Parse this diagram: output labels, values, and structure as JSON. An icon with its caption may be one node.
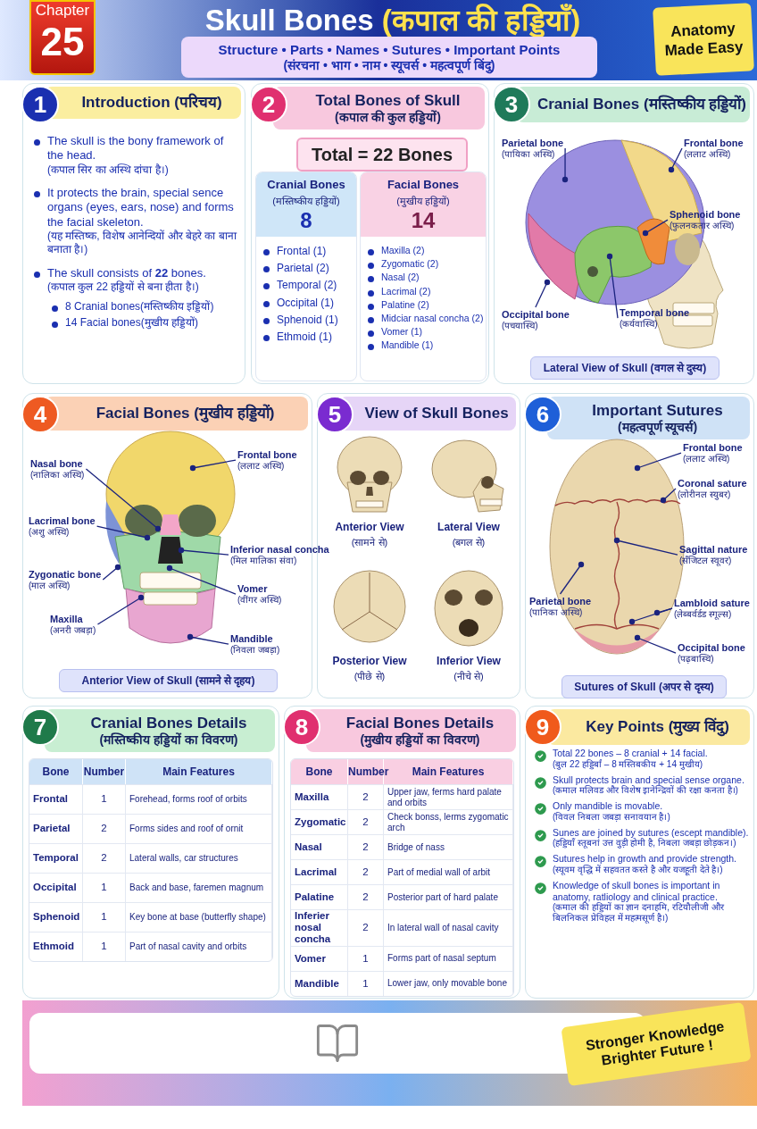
{
  "diagram": {
    "title": "Skull Bones *(कपाल की हड्डियाँ)*",
    "nodes": [
      {
        "text": [
          "Chapter",
          "25"
        ]
      },
      {
        "text": [
          "Structure • Parts • Names • Sutures • Important Points",
          "(संरचना • भाग • नाम • स्यूचर्स • महत्वपूर्ण बिंदु)"
        ]
      },
      {
        "text": [
          "Anatomy Made Easy"
        ]
      },
      {
        "text": [
          "1",
          "Introduction (परिचय)",
          "The skull is the bony framework of the head.",
          "(कपाल सिर का अस्थि दांचा है।)",
          "It protects the brain, special sence organs (eyes, ears, nose) and forms the facial skeleton.",
          "(यह मस्तिष्क, विशेष आनेन्दियों और बेहरे का बाना बनाता है।)",
          "The skull consists of **22** bones.",
          "(कपाल कुल 22 हड्डियों से बना हीता है।)",
          "8 Cranial bones(मस्तिष्कीय इड्डियों)",
          "14 Facial bones(मुखीय हड्डियों)"
        ]
      },
      {
        "text": [
          "2",
          "Total Bones of Skull",
          "(कपाल की कुल हड्डियों)"
        ]
      },
      {
        "text": [
          "Total = **22** Bones"
        ],
        "in": 4
      },
      {
        "text": [
          "Cranial Bones",
          "(मस्तिष्कीय हड्डियों)",
          "8",
          "Frontal (1)",
          "Parietal (2)",
          "Temporal (2)",
          "Occipital (1)",
          "Sphenoid (1)",
          "Ethmoid (1)"
        ],
        "in": 4
      },
      {
        "text": [
          "Facial Bones",
          "(मुखीय हड्डियों)",
          "14",
          "Maxilla (2)",
          "Zygomatic (2)",
          "Nasal (2)",
          "Lacrimal (2)",
          "Palatine (2)",
          "Midciar nasal concha (2)",
          "Vomer (1)",
          "Mandible (1)"
        ],
        "in": 4
      },
      {
        "text": [
          "3",
          "Cranial Bones (मस्तिष्कीय हड्डियों)"
        ]
      },
      {
        "text": [
          "Parietal bone",
          "(पायिका अस्थि)"
        ],
        "in": 8
      },
      {
        "text": [
          "Frontal bone",
          "(ललाट अस्थि)"
        ],
        "in": 8
      },
      {
        "text": [
          "Sphenoid bone",
          "(फुलनकतार अस्थि)"
        ],
        "in": 8
      },
      {
        "text": [
          "Occipital bone",
          "(पचयास्थि)"
        ],
        "in": 8
      },
      {
        "text": [
          "Temporal bone",
          "(कर्यवास्थि)"
        ],
        "in": 8
      },
      {
        "text": [
          "Lateral View of Skull (वगल से दुस्य)"
        ],
        "in": 8
      },
      {
        "text": [
          "4",
          "Facial Bones (मुखीय हड्डियों)"
        ]
      },
      {
        "text": [
          "Nasal bone",
          "(नालिका अस्थि)"
        ],
        "in": 15
      },
      {
        "text": [
          "Frontal bone",
          "(ललाट अस्थि)"
        ],
        "in": 15
      },
      {
        "text": [
          "Lacrimal bone",
          "(अशु अस्थि)"
        ],
        "in": 15
      },
      {
        "text": [
          "Inferior nasal concha",
          "(मिल मालिका संवा)"
        ],
        "in": 15
      },
      {
        "text": [
          "Zygonatic bone",
          "(माल अस्थि)"
        ],
        "in": 15
      },
      {
        "text": [
          "Vomer",
          "(वींगर अस्थि)"
        ],
        "in": 15
      },
      {
        "text": [
          "Maxilla",
          "(अनरी जबड़ा)"
        ],
        "in": 15
      },
      {
        "text": [
          "Mandible",
          "(निवला जबड़ा)"
        ],
        "in": 15
      },
      {
        "text": [
          "Anterior View of Skull (सामने से दृहय)"
        ],
        "in": 15
      },
      {
        "text": [
          "5",
          "View of Skull Bones"
        ]
      },
      {
        "text": [
          "Anterior View",
          "(सामने से)"
        ],
        "in": 25
      },
      {
        "text": [
          "Lateral View",
          "(बगल से)"
        ],
        "in": 25
      },
      {
        "text": [
          "Posterior View",
          "(पीछे से)"
        ],
        "in": 25
      },
      {
        "text": [
          "Inferior View",
          "(नीचे से)"
        ],
        "in": 25
      },
      {
        "text": [
          "6",
          "Important Sutures",
          "(महत्वपूर्ण स्यूचर्स)"
        ]
      },
      {
        "text": [
          "Frontal bone",
          "(ललाट अस्थि)"
        ],
        "in": 30
      },
      {
        "text": [
          "Coronal sature",
          "(लोरीनल स्युबर)"
        ],
        "in": 30
      },
      {
        "text": [
          "Sagittal nature",
          "(सँजिटल स्वूवर)"
        ],
        "in": 30
      },
      {
        "text": [
          "Lambloid sature",
          "(लेब्बर्वर्डड स्गूल्स)"
        ],
        "in": 30
      },
      {
        "text": [
          "Parietal bone",
          "(पानिका अस्थि)"
        ],
        "in": 30
      },
      {
        "text": [
          "Occipital bone",
          "(पढ़बास्थि)"
        ],
        "in": 30
      },
      {
        "text": [
          "Sutures of Skull (अपर से दृस्य)"
        ],
        "in": 30
      },
      {
        "text": [
          "7",
          "Cranial Bones Details",
          "(मस्तिष्कीय हड्डियों का विवरण)",
          "Bone",
          "Number",
          "Main Features",
          "Frontal",
          "1",
          "Forehead, forms roof of orbits",
          "Parietal",
          "2",
          "Forms sides and roof of ornit",
          "Temporal",
          "2",
          "Lateral walls, car structures",
          "Occipital",
          "1",
          "Back and base, faremen magnum",
          "Sphenoid",
          "1",
          "Key bone at base (butterfly shape)",
          "Ethmoid",
          "1",
          "Part of nasal cavity and orbits"
        ]
      },
      {
        "text": [
          "8",
          "Facial Bones Details",
          "(मुखीय हड्डियों का विवरण)",
          "Bone",
          "Number",
          "Main Features",
          "Maxilla",
          "2",
          "Upper jaw, ferms hard palate and orbits",
          "Zygomatic",
          "2",
          "Check bonss, lerms zygomatic arch",
          "Nasal",
          "2",
          "Bridge of nass",
          "Lacrimal",
          "2",
          "Part of medial wall of arbit",
          "Palatine",
          "2",
          "Posterior part of hard palate",
          "Inferier nosal concha",
          "2",
          "In lateral wall of nasal cavity",
          "Vomer",
          "1",
          "Forms part of nasal septum",
          "Mandible",
          "1",
          "Lower jaw, only movable bone"
        ]
      },
      {
        "text": [
          "9",
          "Key Points (मुख्य विंदु)",
          "Total 22 bones – 8 cranial + 14 facial.",
          "(बुल 22 हड्डिर्बां – 8 मस्तिबकीय + 14 मुखीय)",
          "Skull protects brain and special sense organe.",
          "(कमाल मलिवड और विशेष इानेन्द्रिवों की रक्षा कनता है।)",
          "Only mandible is movable.",
          "(विवल निबला जबड़ा सनावयान है।)",
          "Sunes are joined by sutures (escept mandible).",
          "(हड्डियाँ स्तूबनां उत्त वुड़ी होमी है, निबला जबड़ा छोड़कन।)",
          "Sutures help in growth and provide strength.",
          "(स्यूवम वृद्धि में सहवतत कस्ते है और यजहूती देते है।)",
          "Knowledge of skull bones is important in anatomy, ratliology and clinical practice.",
          "(कमाल की हड्डियों का ज्ञान दनाहमि, रटियौलीजी और बिलनिकल प्रेविहल में महत्मसूर्ण है।)"
        ]
      },
      {
        "text": [
          "Stronger Knowledge Brighter Future !"
        ]
      }
    ],
    "edges": [
      {
        "from": 9,
        "to": null,
        "arrow": "other"
      },
      {
        "from": 10,
        "to": null,
        "arrow": "other"
      },
      {
        "from": 11,
        "to": null,
        "arrow": "other"
      },
      {
        "from": 12,
        "to": null,
        "arrow": "other"
      },
      {
        "from": 13,
        "to": null,
        "arrow": "other"
      },
      {
        "from": 16,
        "to": null,
        "arrow": "other"
      },
      {
        "from": 17,
        "to": null,
        "arrow": "other"
      },
      {
        "from": 18,
        "to": null,
        "arrow": "other"
      },
      {
        "from": 19,
        "to": null,
        "arrow": "other"
      },
      {
        "from": 20,
        "to": null,
        "arrow": "other"
      },
      {
        "from": 21,
        "to": null,
        "arrow": "other"
      },
      {
        "from": 22,
        "to": null,
        "arrow": "other"
      },
      {
        "from": 23,
        "to": null,
        "arrow": "other"
      },
      {
        "from": 31,
        "to": null,
        "arrow": "other"
      },
      {
        "from": 32,
        "to": null,
        "arrow": "other"
      },
      {
        "from": 33,
        "to": null,
        "arrow": "other"
      },
      {
        "from": 34,
        "to": null,
        "arrow": "other"
      },
      {
        "from": 34,
        "to": null,
        "arrow": "other"
      },
      {
        "from": 35,
        "to": null,
        "arrow": "other"
      },
      {
        "from": 36,
        "to": null,
        "arrow": "other"
      }
    ]
  }
}
